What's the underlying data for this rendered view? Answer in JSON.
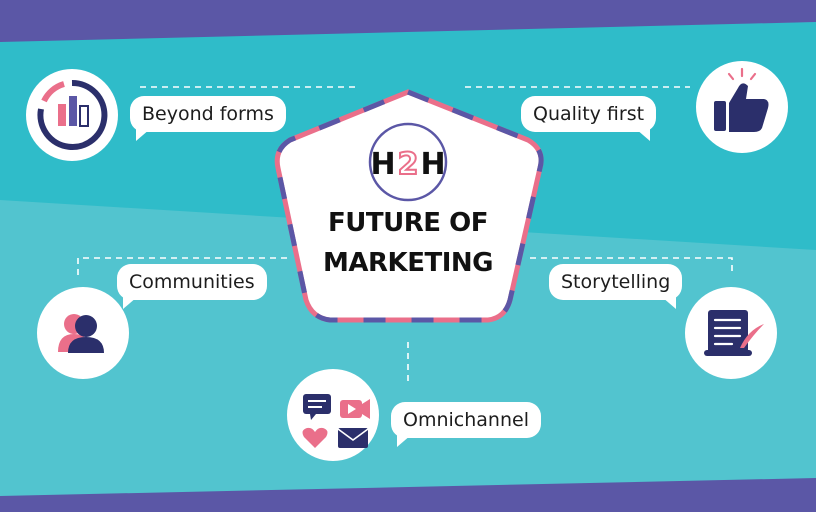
{
  "center": {
    "logo_text_h1": "H",
    "logo_text_2": "2",
    "logo_text_h2": "H",
    "title_line1": "FUTURE OF",
    "title_line2": "MARKETING"
  },
  "nodes": [
    {
      "id": "beyond-forms",
      "label": "Beyond forms",
      "icon": "chart-icon"
    },
    {
      "id": "quality-first",
      "label": "Quality first",
      "icon": "thumbs-up-icon"
    },
    {
      "id": "communities",
      "label": "Communities",
      "icon": "people-icon"
    },
    {
      "id": "storytelling",
      "label": "Storytelling",
      "icon": "scroll-quill-icon"
    },
    {
      "id": "omnichannel",
      "label": "Omnichannel",
      "icon": "channels-icon"
    }
  ],
  "colors": {
    "teal": "#33bfcb",
    "teal_light": "#52c4cf",
    "purple": "#5b57a6",
    "navy": "#2b2f6b",
    "pink": "#ea6f8a",
    "white": "#ffffff"
  }
}
